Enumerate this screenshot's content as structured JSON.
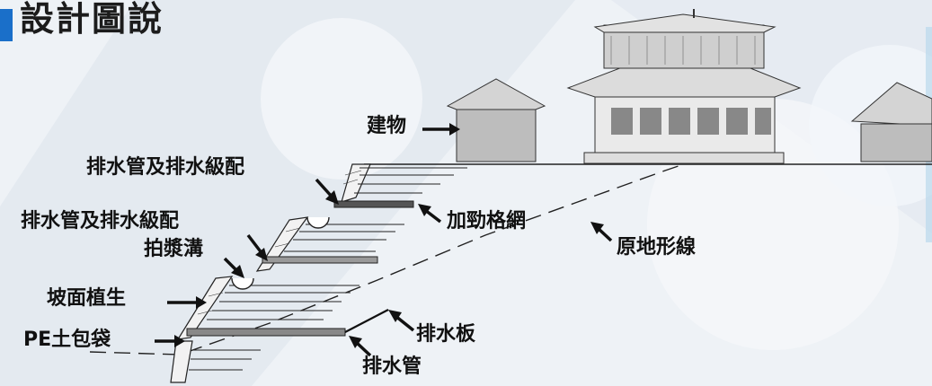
{
  "title": "設計圖說",
  "labels": {
    "building": "建物",
    "drain_pipe_gravel_top": "排水管及排水級配",
    "drain_pipe_gravel_mid": "排水管及排水級配",
    "geogrid": "加勁格網",
    "sediment_ditch": "拍漿溝",
    "original_ground_line": "原地形線",
    "slope_vegetation": "坡面植生",
    "pe_sandbag": "PE土包袋",
    "drain_board": "排水板",
    "drain_pipe": "排水管"
  },
  "colors": {
    "accent": "#1a6fc9",
    "ink": "#111111"
  }
}
